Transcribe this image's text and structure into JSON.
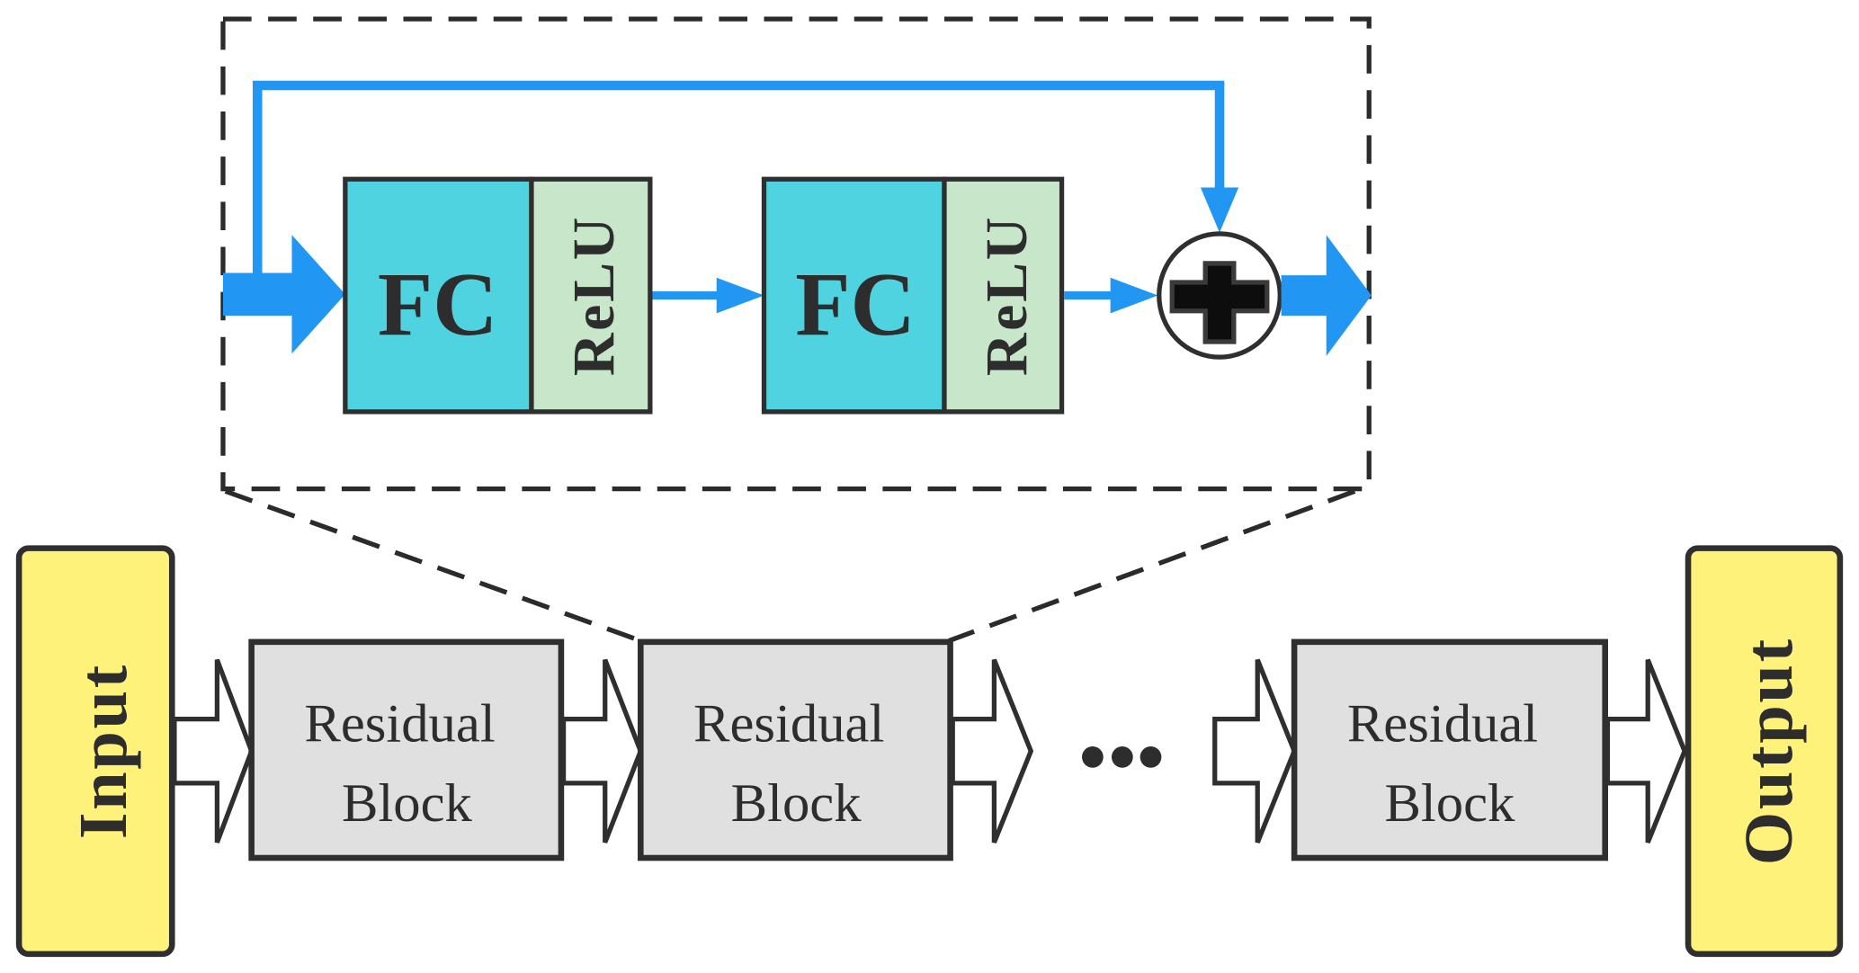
{
  "diagram": {
    "title": "Residual network architecture with residual block detail",
    "colors": {
      "flow_arrow": "#2196f3",
      "fc_fill": "#4fd3e1",
      "relu_fill": "#c8e6c9",
      "residual_fill": "#e0e0e0",
      "io_fill": "#fff27a",
      "stroke": "#2f2f2f"
    },
    "detail": {
      "fc_1": {
        "label": "FC"
      },
      "relu_1": {
        "label": "ReLU"
      },
      "fc_2": {
        "label": "FC"
      },
      "relu_2": {
        "label": "ReLU"
      },
      "add_node": {
        "symbol": "+",
        "icon": "plus-circle-icon"
      }
    },
    "pipeline": {
      "input": {
        "label": "Input"
      },
      "blocks": [
        {
          "line1": "Residual",
          "line2": "Block"
        },
        {
          "line1": "Residual",
          "line2": "Block"
        },
        {
          "line1": "Residual",
          "line2": "Block"
        }
      ],
      "ellipsis": "•••",
      "output": {
        "label": "Output"
      }
    }
  }
}
